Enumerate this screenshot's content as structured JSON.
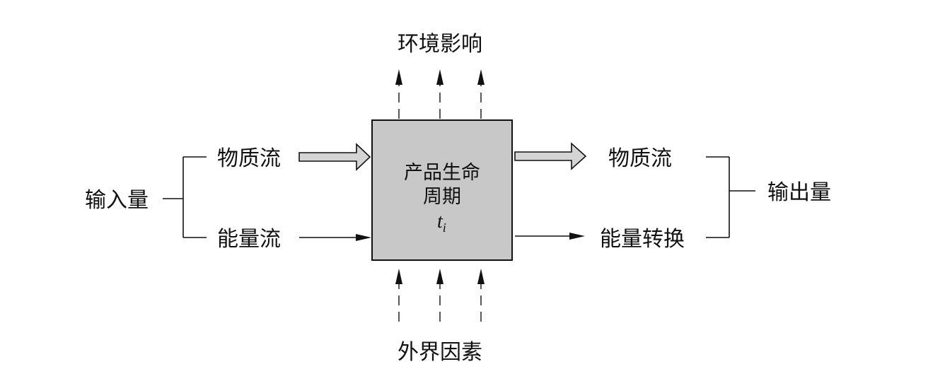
{
  "top_label": "环境影响",
  "bottom_label": "外界因素",
  "center_box": {
    "line1": "产品生命",
    "line2": "周期",
    "time_symbol": "t",
    "time_subscript": "i",
    "fill_color": "#c8c8c8"
  },
  "input": {
    "group_label": "输入量",
    "material_flow": "物质流",
    "energy_flow": "能量流"
  },
  "output": {
    "group_label": "输出量",
    "material_flow": "物质流",
    "energy_conversion": "能量转换"
  }
}
